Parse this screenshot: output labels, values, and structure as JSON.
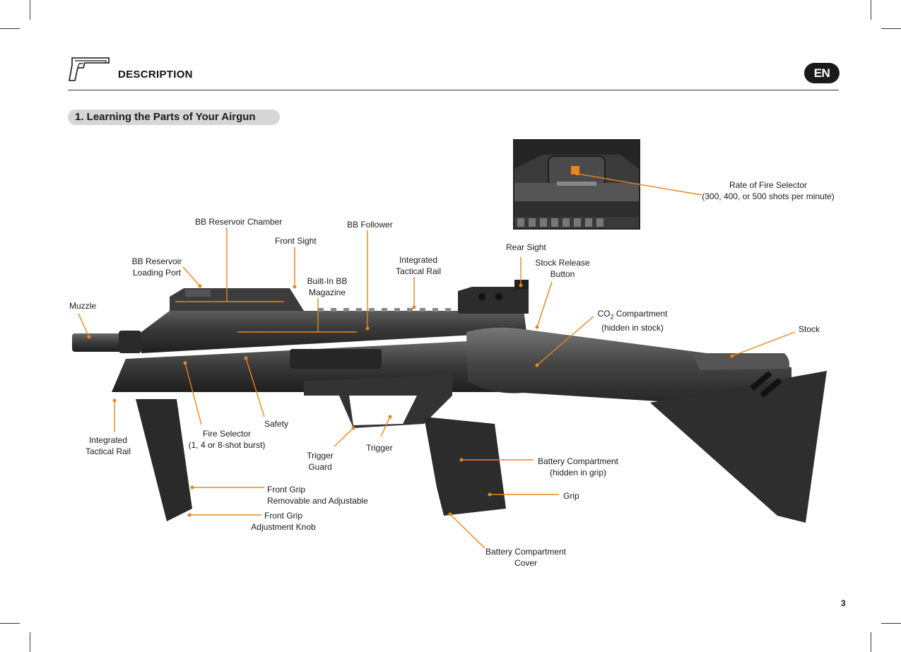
{
  "header": {
    "title": "DESCRIPTION",
    "language": "EN"
  },
  "section": {
    "title": "1. Learning the Parts of Your Airgun"
  },
  "page_number": "3",
  "labels": {
    "rate_of_fire_selector": [
      "Rate of Fire Selector",
      "(300, 400, or 500 shots per minute)"
    ],
    "bb_reservoir_chamber": "BB Reservoir Chamber",
    "bb_follower": "BB Follower",
    "front_sight": "Front Sight",
    "rear_sight": "Rear Sight",
    "integrated_tactical_rail_top": [
      "Integrated",
      "Tactical Rail"
    ],
    "bb_reservoir_loading_port": [
      "BB Reservoir",
      "Loading Port"
    ],
    "built_in_bb_magazine": [
      "Built-In BB",
      "Magazine"
    ],
    "stock_release_button": [
      "Stock Release",
      "Button"
    ],
    "co2_compartment": [
      "CO",
      "2",
      " Compartment",
      "(hidden in stock)"
    ],
    "muzzle": "Muzzle",
    "stock": "Stock",
    "safety": "Safety",
    "fire_selector": [
      "Fire Selector",
      "(1, 4 or 8-shot burst)"
    ],
    "integrated_tactical_rail_bottom": [
      "Integrated",
      "Tactical Rail"
    ],
    "trigger_guard": [
      "Trigger",
      "Guard"
    ],
    "trigger": "Trigger",
    "battery_compartment": [
      "Battery Compartment",
      "(hidden in grip)"
    ],
    "grip": "Grip",
    "front_grip": [
      "Front Grip",
      "Removable and Adjustable"
    ],
    "front_grip_knob": [
      "Front Grip",
      "Adjustment Knob"
    ],
    "battery_compartment_cover": [
      "Battery Compartment",
      "Cover"
    ]
  },
  "colors": {
    "callout": "#e8851a",
    "badge": "#1a1a1a",
    "pill": "#d6d6d6"
  },
  "icons": {
    "header_logo": "pistol-outline-icon"
  }
}
